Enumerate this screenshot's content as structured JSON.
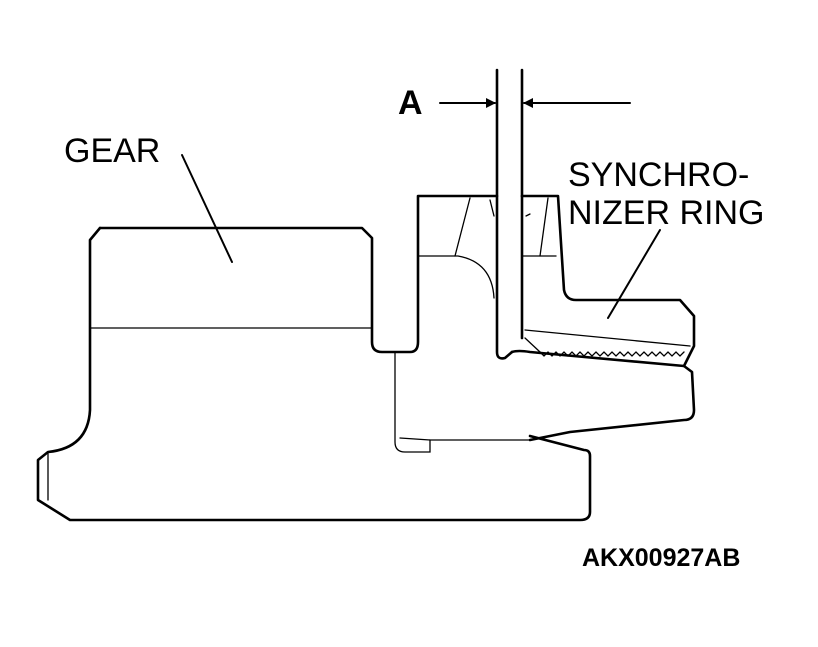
{
  "labels": {
    "dimension": "A",
    "gear": "GEAR",
    "synchro_line1": "SYNCHRO-",
    "synchro_line2": "NIZER RING",
    "figure_code": "AKX00927AB"
  },
  "colors": {
    "ink": "#000000",
    "background": "#ffffff"
  }
}
